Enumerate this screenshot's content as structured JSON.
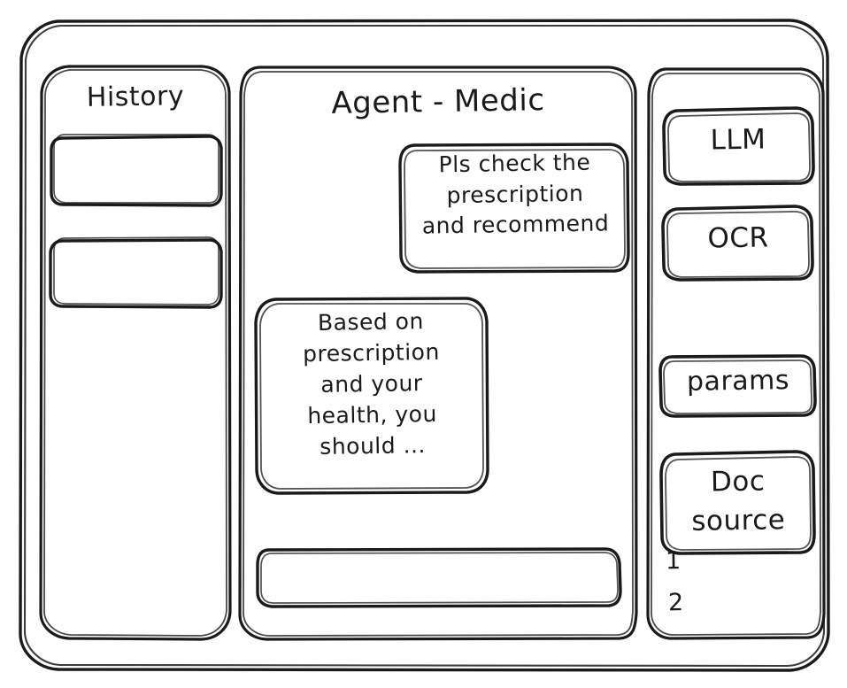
{
  "window": {
    "frame_name": "app-window-frame"
  },
  "colors": {
    "stroke": "#1a1a1a",
    "background": "#ffffff"
  },
  "sidebar_left": {
    "title": "History",
    "items": [
      {
        "label": "",
        "name": "history-item-1"
      },
      {
        "label": "",
        "name": "history-item-2"
      }
    ]
  },
  "main": {
    "title": "Agent - Medic",
    "messages": [
      {
        "role": "user",
        "text": "Pls check the\nprescription\nand recommend"
      },
      {
        "role": "assistant",
        "text": "Based on\nprescription\nand your\nhealth, you\nshould ..."
      }
    ],
    "composer": {
      "value": "",
      "placeholder": ""
    }
  },
  "sidebar_right": {
    "buttons": [
      {
        "label": "LLM",
        "name": "llm-button"
      },
      {
        "label": "OCR",
        "name": "ocr-button"
      },
      {
        "label": "params",
        "name": "params-button"
      },
      {
        "label": "Doc\nsource",
        "name": "doc-source-button"
      }
    ],
    "doc_list": [
      {
        "label": "1"
      },
      {
        "label": "2"
      }
    ]
  }
}
